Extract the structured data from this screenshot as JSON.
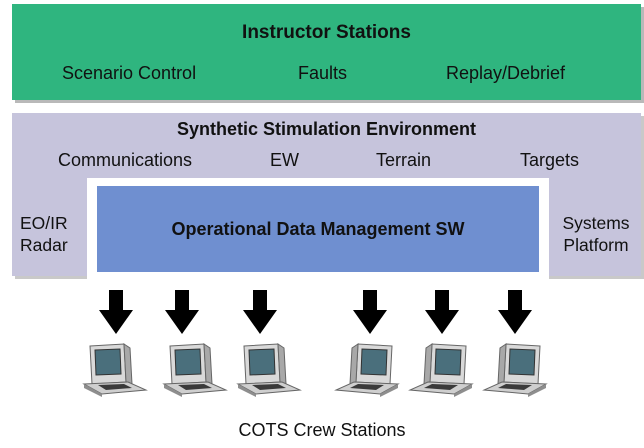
{
  "instructor_stations": {
    "title": "Instructor Stations",
    "items": [
      "Scenario Control",
      "Faults",
      "Replay/Debrief"
    ],
    "color": "#2fb57f"
  },
  "synthetic_environment": {
    "title": "Synthetic Stimulation Environment",
    "items": [
      "Communications",
      "EW",
      "Terrain",
      "Targets"
    ],
    "left_lines": [
      "EO/IR",
      "Radar"
    ],
    "right_lines": [
      "Systems",
      "Platform"
    ],
    "color": "#c6c4dc"
  },
  "operational_data_management": {
    "label": "Operational Data Management SW",
    "color": "#6f8fd0"
  },
  "crew_stations": {
    "caption": "COTS Crew Stations",
    "icon": "computer-console-icon",
    "arrow_icon": "down-arrow-icon"
  }
}
